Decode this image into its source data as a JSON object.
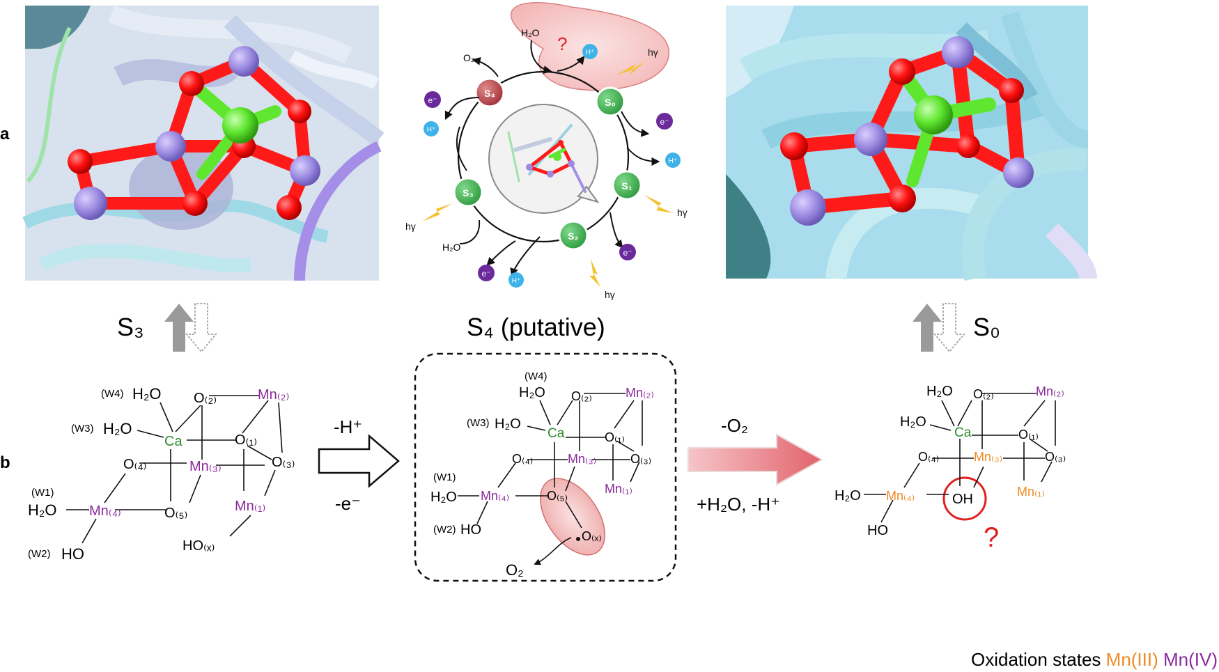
{
  "panel_labels": {
    "a": "a",
    "b": "b"
  },
  "states": {
    "s3": "S₃",
    "s4": "S₄ (putative)",
    "s0": "S₀"
  },
  "cycle": {
    "nodes": {
      "s0": "S₀",
      "s1": "S₁",
      "s2": "S₂",
      "s3": "S₃",
      "s4": "S₄"
    },
    "electron": "e⁻",
    "proton": "H⁺",
    "photon": "hγ",
    "water": "H₂O",
    "oxygen": "O₂",
    "question": "?"
  },
  "arrows": {
    "deprot_top": "-H⁺",
    "deprot_bottom": "-e⁻",
    "o2_top": "-O₂",
    "o2_bottom": "+H₂O, -H⁺"
  },
  "s3_struct": {
    "w4": "(W4)",
    "w3": "(W3)",
    "w1": "(W1)",
    "w2": "(W2)",
    "h2o": "H₂O",
    "ca": "Ca",
    "ho": "HO",
    "mn2": "Mn₍₂₎",
    "mn3": "Mn₍₃₎",
    "mn4": "Mn₍₄₎",
    "mn1": "Mn₍₁₎",
    "o2": "O₍₂₎",
    "o1": "O₍₁₎",
    "o3": "O₍₃₎",
    "o4": "O₍₄₎",
    "o5": "O₍₅₎",
    "hox": "HO₍ₓ₎"
  },
  "s4_struct": {
    "w4": "(W4)",
    "w3": "(W3)",
    "w1": "(W1)",
    "w2": "(W2)",
    "h2o": "H₂O",
    "ca": "Ca",
    "ho": "HO",
    "mn2": "Mn₍₂₎",
    "mn3": "Mn₍₃₎",
    "mn4": "Mn₍₄₎",
    "mn1": "Mn₍₁₎",
    "o2": "O₍₂₎",
    "o1": "O₍₁₎",
    "o3": "O₍₃₎",
    "o4": "O₍₄₎",
    "o5": "O₍₅₎",
    "ox": "O₍ₓ₎",
    "o2_release": "O₂"
  },
  "s0_struct": {
    "h2o": "H₂O",
    "ca": "Ca",
    "ho": "HO",
    "oh": "OH",
    "mn2": "Mn₍₂₎",
    "mn3": "Mn₍₃₎",
    "mn4": "Mn₍₄₎",
    "mn1": "Mn₍₁₎",
    "o2": "O₍₂₎",
    "o1": "O₍₁₎",
    "o3": "O₍₃₎",
    "o4": "O₍₄₎",
    "question": "?"
  },
  "legend": {
    "prefix": "Oxidation states ",
    "mn3": "Mn(III)",
    "mn4": "Mn(IV)"
  },
  "colors": {
    "mn_iv": "#8a2a9c",
    "mn_iii": "#f08a24",
    "ca": "#2e8b2e",
    "mn_atom": "#9b8ae0",
    "o_atom": "#ff1a1a",
    "ca_atom": "#5fe62e",
    "green_node": "#3bb04a",
    "red_node": "#b5404a",
    "electron": "#6a2a9c",
    "proton": "#3fb3e8",
    "photon": "#f2c230",
    "highlight_red": "#e02020"
  }
}
